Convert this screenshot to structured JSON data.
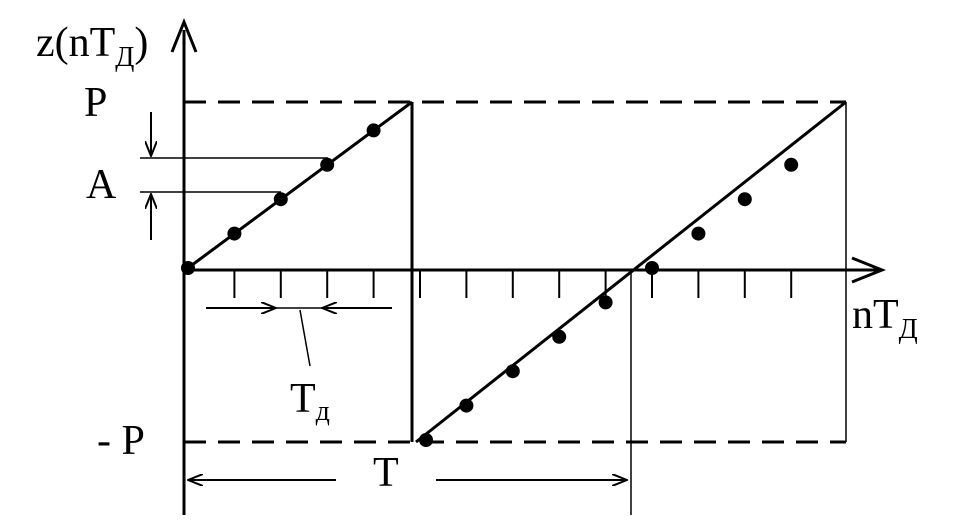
{
  "labels": {
    "y_axis": {
      "main": "z(nT",
      "sub": "Д",
      "close": ")"
    },
    "x_axis": {
      "main": "nT",
      "sub": "Д"
    },
    "level_pos": "P",
    "level_neg": "- P",
    "step_label": "A",
    "sample_label": {
      "main": "T",
      "sub": "д"
    },
    "period_label": "T"
  },
  "samples_count": 14
}
